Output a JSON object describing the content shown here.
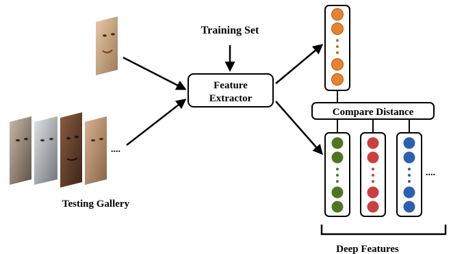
{
  "labels": {
    "training_set": "Training Set",
    "feature_extractor_line1": "Feature",
    "feature_extractor_line2": "Extractor",
    "compare_distance": "Compare Distance",
    "testing_gallery": "Testing Gallery",
    "deep_features": "Deep Features",
    "gallery_ellipsis": "....",
    "features_ellipsis": "...."
  },
  "colors": {
    "query_feature": "#e8822e",
    "gallery_feature_1": "#4f7520",
    "gallery_feature_2": "#c9403f",
    "gallery_feature_3": "#2b5fb0",
    "arrow": "#000000"
  },
  "images": {
    "query_face": "face-photo",
    "gallery_faces": [
      "face-photo",
      "face-photo",
      "face-photo",
      "face-photo"
    ]
  }
}
